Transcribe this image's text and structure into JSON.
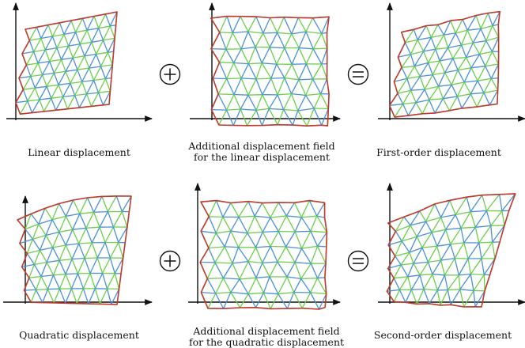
{
  "panels": [
    {
      "id": "linear",
      "caption": [
        "Linear displacement"
      ]
    },
    {
      "id": "additional-linear",
      "caption": [
        "Additional displacement field",
        "for the linear displacement"
      ]
    },
    {
      "id": "first-order",
      "caption": [
        "First-order displacement"
      ]
    },
    {
      "id": "quadratic",
      "caption": [
        "Quadratic displacement"
      ]
    },
    {
      "id": "additional-quadratic",
      "caption": [
        "Additional displacement field",
        "for the quadratic displacement"
      ]
    },
    {
      "id": "second-order",
      "caption": [
        "Second-order displacement"
      ]
    }
  ],
  "operators": [
    {
      "id": "plus-top",
      "symbol": "plus"
    },
    {
      "id": "equals-top",
      "symbol": "equals"
    },
    {
      "id": "plus-bottom",
      "symbol": "plus"
    },
    {
      "id": "equals-bottom",
      "symbol": "equals"
    }
  ],
  "colors": {
    "boundary": "#c0392b",
    "edge_green": "#6ad04a",
    "edge_blue": "#4a90d9",
    "axes": "#111111"
  }
}
